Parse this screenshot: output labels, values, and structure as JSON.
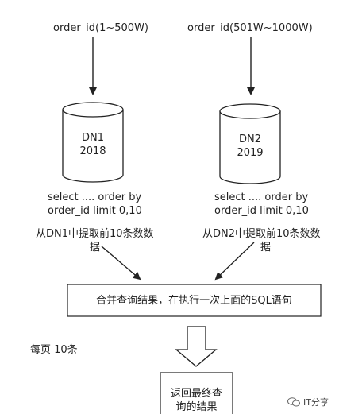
{
  "left_range": "order_id(1~500W)",
  "right_range": "order_id(501W~1000W)",
  "left_db": {
    "name": "DN1",
    "year": "2018"
  },
  "right_db": {
    "name": "DN2",
    "year": "2019"
  },
  "left_query": {
    "line1": "select .... order by",
    "line2": "order_id limit 0,10"
  },
  "right_query": {
    "line1": "select .... order by",
    "line2": "order_id limit 0,10"
  },
  "left_note": {
    "line1": "从DN1中提取前10条数数",
    "line2": "据"
  },
  "right_note": {
    "line1": "从DN2中提取前10条数数",
    "line2": "据"
  },
  "merge_box": "合并查询结果，在执行一次上面的SQL语句",
  "page_label": "每页 10条",
  "result_box": {
    "line1": "返回最终查",
    "line2": "询的结果"
  },
  "watermark": "IT分享"
}
